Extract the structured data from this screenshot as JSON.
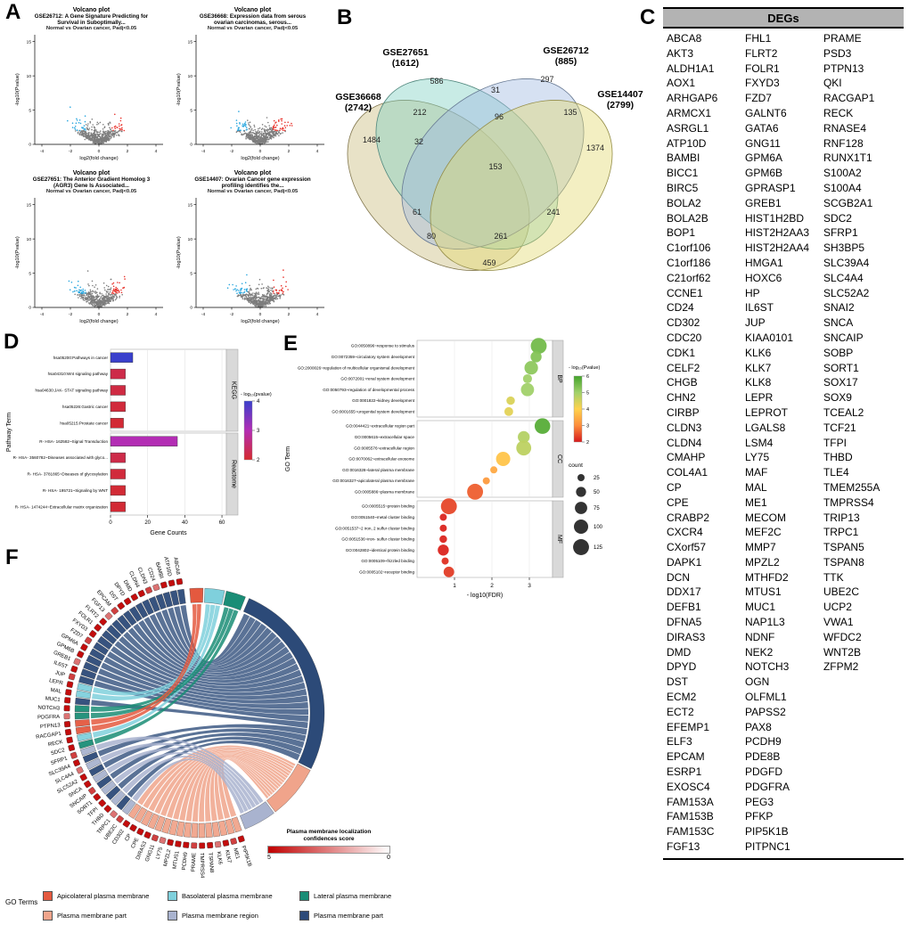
{
  "figure": {
    "panel_labels": {
      "a": "A",
      "b": "B",
      "c": "C",
      "d": "D",
      "e": "E",
      "f": "F"
    }
  },
  "panel_a": {
    "point_colors": {
      "up": "#e8312a",
      "down": "#2aa7df",
      "ns": "#7d7d7d"
    },
    "xlabel": "log2(fold change)",
    "ylabel": "-log10(Pvalue)",
    "xticks": [
      "-4",
      "-2",
      "0",
      "2",
      "4"
    ],
    "yticks": [
      "0",
      "5",
      "10",
      "15"
    ],
    "plots": [
      {
        "lines": [
          "Volcano plot",
          "GSE26712: A Gene Signature Predicting for",
          "Survival in Suboptimally...",
          "Normal vs Ovarian cancer, Padj<0.05"
        ]
      },
      {
        "lines": [
          "Volcano plot",
          "GSE36668: Expression data from serous",
          "ovarian carcinomas, serous...",
          "Normal vs Ovarian cancer, Padj<0.05"
        ]
      },
      {
        "lines": [
          "Volcano plot",
          "GSE27651: The Anterior Gradient Homolog 3",
          "(AGR3) Gene Is Associated...",
          "Normal vs Ovarian cancer, Padj<0.05"
        ]
      },
      {
        "lines": [
          "Volcano plot",
          "GSE14407: Ovarian Cancer gene expression",
          "profiling identifies the...",
          "Normal vs Ovarian cancer, Padj<0.05"
        ]
      }
    ]
  },
  "panel_b": {
    "sets": [
      {
        "name": "GSE36668",
        "total": "(2742)",
        "color": "#c9b97a"
      },
      {
        "name": "GSE27651",
        "total": "(1612)",
        "color": "#7ccfc0"
      },
      {
        "name": "GSE26712",
        "total": "(885)",
        "color": "#9db8e0"
      },
      {
        "name": "GSE14407",
        "total": "(2799)",
        "color": "#e3d96e"
      }
    ],
    "regions": {
      "only_36668": "1484",
      "only_27651": "586",
      "only_26712": "297",
      "only_14407": "1374",
      "i_36668_27651": "212",
      "i_27651_26712": "31",
      "i_26712_14407": "135",
      "i_36668_26712": "61",
      "i_27651_14407": "241",
      "i_36668_14407": "459",
      "i_36668_27651_26712": "32",
      "i_27651_26712_14407": "96",
      "i_36668_27651_14407": "261",
      "i_36668_26712_14407": "80",
      "i_all_four": "153"
    }
  },
  "panel_c": {
    "header": "DEGs",
    "columns": [
      [
        "ABCA8",
        "AKT3",
        "ALDH1A1",
        "AOX1",
        "ARHGAP6",
        "ARMCX1",
        "ASRGL1",
        "ATP10D",
        "BAMBI",
        "BICC1",
        "BIRC5",
        "BOLA2",
        "BOLA2B",
        "BOP1",
        "C1orf106",
        "C1orf186",
        "C21orf62",
        "CCNE1",
        "CD24",
        "CD302",
        "CDC20",
        "CDK1",
        "CELF2",
        "CHGB",
        "CHN2",
        "CIRBP",
        "CLDN3",
        "CLDN4",
        "CMAHP",
        "COL4A1",
        "CP",
        "CPE",
        "CRABP2",
        "CXCR4",
        "CXorf57",
        "DAPK1",
        "DCN",
        "DDX17",
        "DEFB1",
        "DFNA5",
        "DIRAS3",
        "DMD",
        "DPYD",
        "DST",
        "ECM2",
        "ECT2",
        "EFEMP1",
        "ELF3",
        "EPCAM",
        "ESRP1",
        "EXOSC4",
        "FAM153A",
        "FAM153B",
        "FAM153C",
        "FGF13"
      ],
      [
        "FHL1",
        "FLRT2",
        "FOLR1",
        "FXYD3",
        "FZD7",
        "GALNT6",
        "GATA6",
        "GNG11",
        "GPM6A",
        "GPM6B",
        "GPRASP1",
        "GREB1",
        "HIST1H2BD",
        "HIST2H2AA3",
        "HIST2H2AA4",
        "HMGA1",
        "HOXC6",
        "HP",
        "IL6ST",
        "JUP",
        "KIAA0101",
        "KLK6",
        "KLK7",
        "KLK8",
        "LEPR",
        "LEPROT",
        "LGALS8",
        "LSM4",
        "LY75",
        "MAF",
        "MAL",
        "ME1",
        "MECOM",
        "MEF2C",
        "MMP7",
        "MPZL2",
        "MTHFD2",
        "MTUS1",
        "MUC1",
        "NAP1L3",
        "NDNF",
        "NEK2",
        "NOTCH3",
        "OGN",
        "OLFML1",
        "PAPSS2",
        "PAX8",
        "PCDH9",
        "PDE8B",
        "PDGFD",
        "PDGFRA",
        "PEG3",
        "PFKP",
        "PIP5K1B",
        "PITPNC1"
      ],
      [
        "PRAME",
        "PSD3",
        "PTPN13",
        "QKI",
        "RACGAP1",
        "RECK",
        "RNASE4",
        "RNF128",
        "RUNX1T1",
        "S100A2",
        "S100A4",
        "SCGB2A1",
        "SDC2",
        "SFRP1",
        "SH3BP5",
        "SLC39A4",
        "SLC4A4",
        "SLC52A2",
        "SNAI2",
        "SNCA",
        "SNCAIP",
        "SOBP",
        "SORT1",
        "SOX17",
        "SOX9",
        "TCEAL2",
        "TCF21",
        "TFPI",
        "THBD",
        "TLE4",
        "TMEM255A",
        "TMPRSS4",
        "TRIP13",
        "TRPC1",
        "TSPAN5",
        "TSPAN8",
        "TTK",
        "UBE2C",
        "UCP2",
        "VWA1",
        "WFDC2",
        "WNT2B",
        "ZFPM2"
      ]
    ]
  },
  "panel_d": {
    "chart_data": {
      "type": "bar",
      "xlabel": "Gene Counts",
      "ylabel": "Pathway Term",
      "xlim": [
        0,
        63
      ],
      "xticks": [
        0,
        20,
        40,
        60
      ],
      "legend_title": "- log₁₀(pvalue)",
      "legend_ticks": [
        4,
        3,
        2
      ],
      "color_stops": [
        [
          2,
          "#d42a2e"
        ],
        [
          3,
          "#b32db4"
        ],
        [
          4,
          "#3a40cc"
        ]
      ],
      "facets": [
        {
          "name": "KEGG",
          "rows": [
            {
              "term": "hsa05200:Pathways in cancer",
              "count": 12,
              "neglog10p": 4.0
            },
            {
              "term": "hsa04310:Wnt signaling pathway",
              "count": 8,
              "neglog10p": 2.2
            },
            {
              "term": "hsa04630:JAK- STAT signaling pathway",
              "count": 8,
              "neglog10p": 2.15
            },
            {
              "term": "hsa05226:Gastric cancer",
              "count": 8,
              "neglog10p": 2.1
            },
            {
              "term": "hsa05215:Prostate cancer",
              "count": 7,
              "neglog10p": 2.05
            }
          ]
        },
        {
          "name": "Reactome",
          "rows": [
            {
              "term": "R- HSA- 162582~Signal Transduction",
              "count": 36,
              "neglog10p": 3.0
            },
            {
              "term": "R- HSA- 3560782~Diseases associated with glyco...",
              "count": 8,
              "neglog10p": 2.2
            },
            {
              "term": "R- HSA- 3781865~Diseases of glycosylation",
              "count": 8,
              "neglog10p": 2.1
            },
            {
              "term": "R- HSA- 195721~Signaling by WNT",
              "count": 8,
              "neglog10p": 2.05
            },
            {
              "term": "R- HSA- 1474244~Extracellular matrix organization",
              "count": 8,
              "neglog10p": 2.05
            }
          ]
        }
      ]
    }
  },
  "panel_e": {
    "chart_data": {
      "type": "scatter",
      "xlabel": "- log10(FDR)",
      "ylabel": "GO Term",
      "xticks": [
        1,
        2,
        3
      ],
      "color_legend": {
        "title": "- log₁₀(Pvalue)",
        "ticks": [
          6,
          5,
          4,
          3,
          2
        ]
      },
      "color_stops": [
        [
          2,
          "#d7191c"
        ],
        [
          3,
          "#fd8d3c"
        ],
        [
          4,
          "#ffd24d"
        ],
        [
          5,
          "#a1d16a"
        ],
        [
          6,
          "#44a42c"
        ]
      ],
      "size_legend": {
        "title": "count",
        "values": [
          25,
          50,
          75,
          100,
          125
        ]
      },
      "facets": [
        {
          "name": "BP",
          "rows": [
            {
              "term": "GO:0050896~response to stimulus",
              "fdr": 3.25,
              "pvalue": 5.5,
              "count": 125
            },
            {
              "term": "GO:0072359~circulatory system development",
              "fdr": 3.18,
              "pvalue": 5.3,
              "count": 60
            },
            {
              "term": "GO:2000026~regulation of multicellular organismal development",
              "fdr": 3.05,
              "pvalue": 5.2,
              "count": 90
            },
            {
              "term": "GO:0072001~renal system development",
              "fdr": 2.95,
              "pvalue": 5.0,
              "count": 40
            },
            {
              "term": "GO:0050793~regulation of developmental process",
              "fdr": 2.95,
              "pvalue": 5.0,
              "count": 85
            },
            {
              "term": "GO:0001822~kidney development",
              "fdr": 2.5,
              "pvalue": 4.4,
              "count": 35
            },
            {
              "term": "GO:0001655~urogenital system development",
              "fdr": 2.45,
              "pvalue": 4.3,
              "count": 38
            }
          ]
        },
        {
          "name": "CC",
          "rows": [
            {
              "term": "GO:0044421~extracellular region part",
              "fdr": 3.35,
              "pvalue": 5.8,
              "count": 120
            },
            {
              "term": "GO:0005615~extracellular space",
              "fdr": 2.85,
              "pvalue": 4.8,
              "count": 70
            },
            {
              "term": "GO:0005576~extracellular region",
              "fdr": 2.85,
              "pvalue": 4.7,
              "count": 110
            },
            {
              "term": "GO:0070062~extracellular exosome",
              "fdr": 2.3,
              "pvalue": 3.8,
              "count": 100
            },
            {
              "term": "GO:0016328~lateral plasma membrane",
              "fdr": 2.05,
              "pvalue": 3.4,
              "count": 25
            },
            {
              "term": "GO:0016327~apicolateral plasma membrane",
              "fdr": 1.85,
              "pvalue": 3.2,
              "count": 25
            },
            {
              "term": "GO:0005886~plasma membrane",
              "fdr": 1.55,
              "pvalue": 2.6,
              "count": 125
            }
          ]
        },
        {
          "name": "MF",
          "rows": [
            {
              "term": "GO:0005515~protein binding",
              "fdr": 0.85,
              "pvalue": 2.4,
              "count": 125
            },
            {
              "term": "GO:0051540~metal cluster binding",
              "fdr": 0.7,
              "pvalue": 2.1,
              "count": 25
            },
            {
              "term": "GO:0051537~2 iron, 2 sulfur cluster binding",
              "fdr": 0.7,
              "pvalue": 2.1,
              "count": 25
            },
            {
              "term": "GO:0051536~iron- sulfur cluster binding",
              "fdr": 0.7,
              "pvalue": 2.1,
              "count": 28
            },
            {
              "term": "GO:0042802~identical protein binding",
              "fdr": 0.7,
              "pvalue": 2.1,
              "count": 60
            },
            {
              "term": "GO:0005109~frizzled binding",
              "fdr": 0.75,
              "pvalue": 2.2,
              "count": 25
            },
            {
              "term": "GO:0005102~receptor binding",
              "fdr": 0.85,
              "pvalue": 2.3,
              "count": 55
            }
          ]
        }
      ]
    }
  },
  "panel_f": {
    "genes": [
      "ABCA8",
      "ATP10D",
      "BAMBI",
      "CD24",
      "CLDN3",
      "CLDN4",
      "DMD",
      "DPYD",
      "DST",
      "EPCAM",
      "FGF13",
      "FLRT2",
      "FOLR1",
      "FXYD3",
      "FZD7",
      "GPM6A",
      "GPM6B",
      "GREB1",
      "IL6ST",
      "JUP",
      "LEPR",
      "MAL",
      "MUC1",
      "NOTCH3",
      "PDGFRA",
      "PTPN13",
      "RACGAP1",
      "RECK",
      "SDC2",
      "SFRP1",
      "SLC39A4",
      "SLC4A4",
      "SLC52A2",
      "SNCA",
      "SNCAIP",
      "SORT1",
      "TFPI",
      "THBD",
      "TRPC1",
      "UBE2C",
      "CD302",
      "CP",
      "CPE",
      "DIRAS3",
      "GNG11",
      "LY75",
      "MPZL2",
      "MTUS1",
      "PCDH9",
      "PRAME",
      "TMPRSS4",
      "TSPAN8",
      "KLK6",
      "KLK7",
      "ME1",
      "PIP5K1B"
    ],
    "score_legend": {
      "title_line1": "Plasma membrane localization",
      "title_line2": "confidences score",
      "max_label": "5",
      "min_label": "0",
      "max_color": "#c00000",
      "min_color": "#ffffff"
    },
    "go_terms_label": "GO Terms",
    "legend": [
      {
        "label": "Apicolateral plasma membrane",
        "color": "#e4593f"
      },
      {
        "label": "Basolateral plasma membrane",
        "color": "#7fd0dc"
      },
      {
        "label": "Lateral plasma membrane",
        "color": "#1a8d76"
      },
      {
        "label": "Plasma membrane part",
        "color": "#f0a48b"
      },
      {
        "label": "Plasma membrane region",
        "color": "#a9b3cf"
      },
      {
        "label": "Plasma membrane part",
        "color": "#2c4a78"
      }
    ]
  }
}
